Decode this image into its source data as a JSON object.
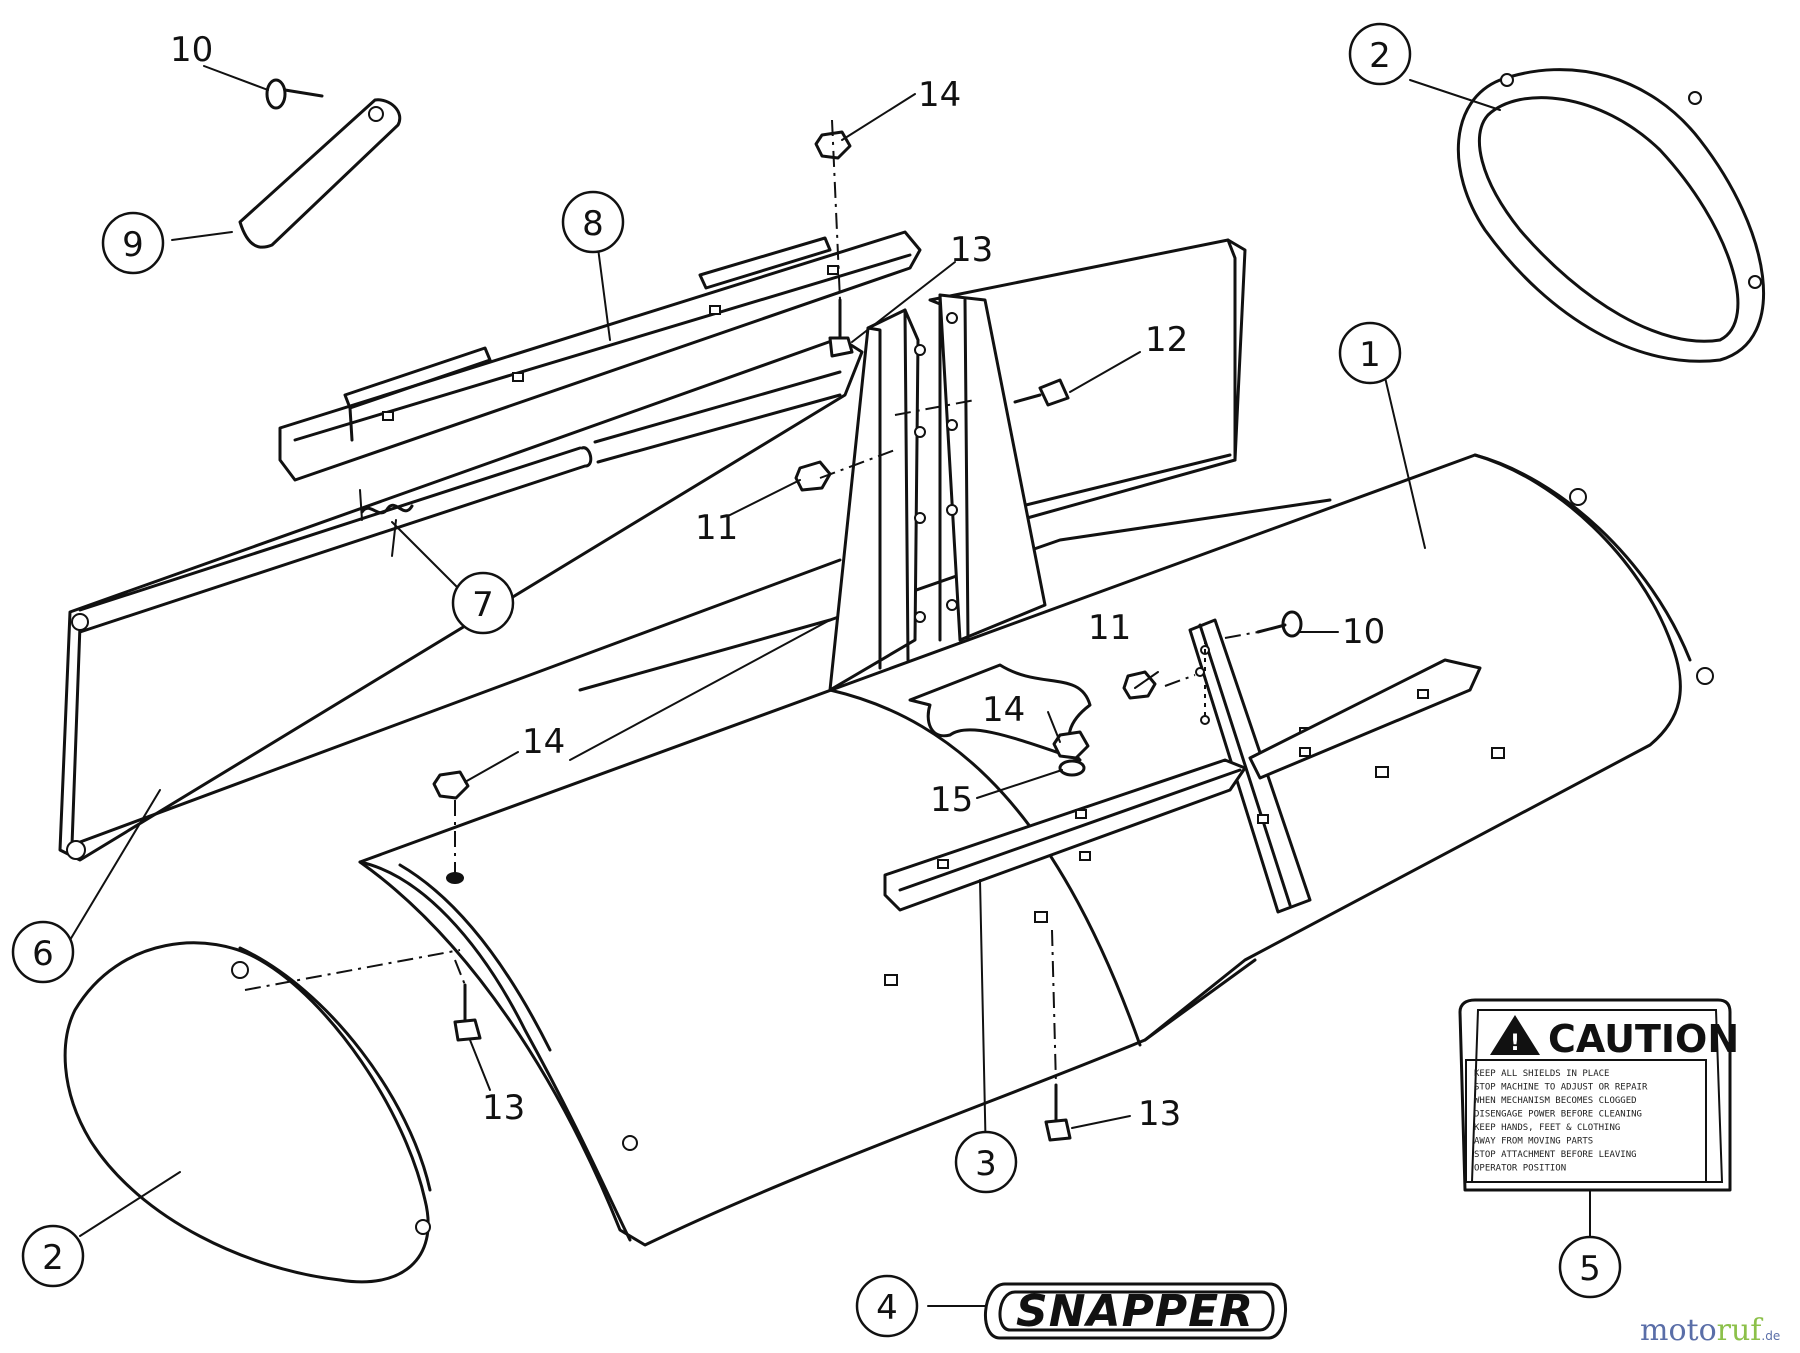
{
  "diagram": {
    "callouts": [
      {
        "id": "c1",
        "number": "1"
      },
      {
        "id": "c2a",
        "number": "2"
      },
      {
        "id": "c2b",
        "number": "2"
      },
      {
        "id": "c3",
        "number": "3"
      },
      {
        "id": "c4",
        "number": "4"
      },
      {
        "id": "c5",
        "number": "5"
      },
      {
        "id": "c6",
        "number": "6"
      },
      {
        "id": "c7",
        "number": "7"
      },
      {
        "id": "c8",
        "number": "8"
      },
      {
        "id": "c9",
        "number": "9"
      }
    ],
    "labels": [
      {
        "id": "l10a",
        "number": "10"
      },
      {
        "id": "l10b",
        "number": "10"
      },
      {
        "id": "l11a",
        "number": "11"
      },
      {
        "id": "l11b",
        "number": "11"
      },
      {
        "id": "l12",
        "number": "12"
      },
      {
        "id": "l13a",
        "number": "13"
      },
      {
        "id": "l13b",
        "number": "13"
      },
      {
        "id": "l13c",
        "number": "13"
      },
      {
        "id": "l14a",
        "number": "14"
      },
      {
        "id": "l14b",
        "number": "14"
      },
      {
        "id": "l14c",
        "number": "14"
      },
      {
        "id": "l15",
        "number": "15"
      }
    ],
    "logo_text": "SNAPPER",
    "caution_decal": {
      "title": "CAUTION",
      "lines": [
        "KEEP ALL SHIELDS IN PLACE",
        "STOP MACHINE TO ADJUST OR REPAIR",
        "WHEN MECHANISM BECOMES CLOGGED",
        "DISENGAGE POWER BEFORE CLEANING",
        "KEEP HANDS, FEET & CLOTHING",
        "AWAY FROM MOVING PARTS",
        "STOP ATTACHMENT BEFORE LEAVING",
        "OPERATOR POSITION"
      ]
    },
    "watermark": {
      "part_a": "moto",
      "part_b": "ruf",
      "suffix": ".de"
    }
  }
}
